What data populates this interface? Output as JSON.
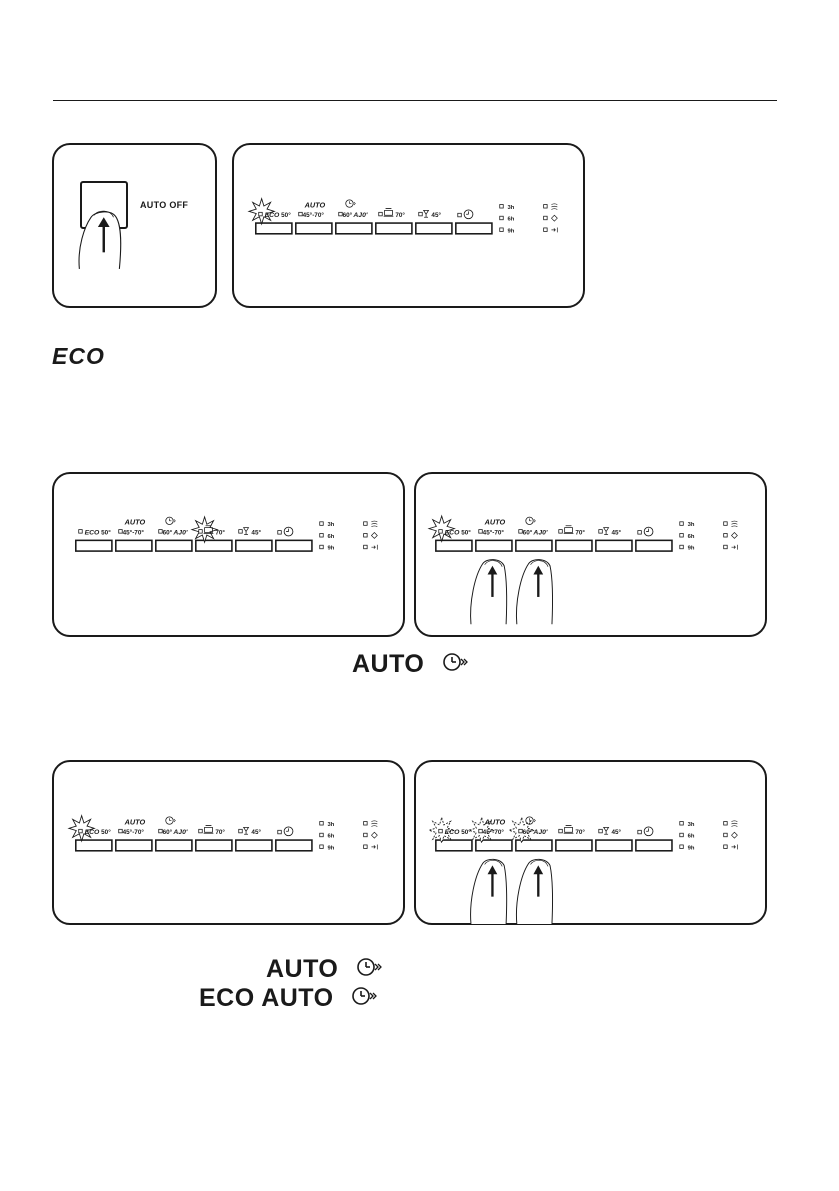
{
  "control_panel": {
    "programs": [
      {
        "id": "eco",
        "label": "ECO",
        "temp": "50°"
      },
      {
        "id": "auto",
        "label": "AUTO",
        "temp": "45°-70°"
      },
      {
        "id": "quick",
        "label": "AJ0'",
        "temp": "60°",
        "icon": "quick-clock-icon"
      },
      {
        "id": "intensive",
        "label": "",
        "temp": "70°",
        "icon": "pot-icon"
      },
      {
        "id": "glass",
        "label": "",
        "temp": "45°",
        "icon": "glass-icon"
      },
      {
        "id": "delay",
        "label": "",
        "temp": "",
        "icon": "timer-icon"
      }
    ],
    "delay_options": [
      "3h",
      "6h",
      "9h"
    ],
    "indicator_icons": [
      "rinse-aid-icon",
      "salt-icon",
      "end-icon"
    ]
  },
  "auto_off_label": "AUTO OFF",
  "sections": {
    "eco_heading": "ECO",
    "section2_caption": "AUTO",
    "section3_caption_line1": "AUTO",
    "section3_caption_line2": "ECO AUTO"
  }
}
